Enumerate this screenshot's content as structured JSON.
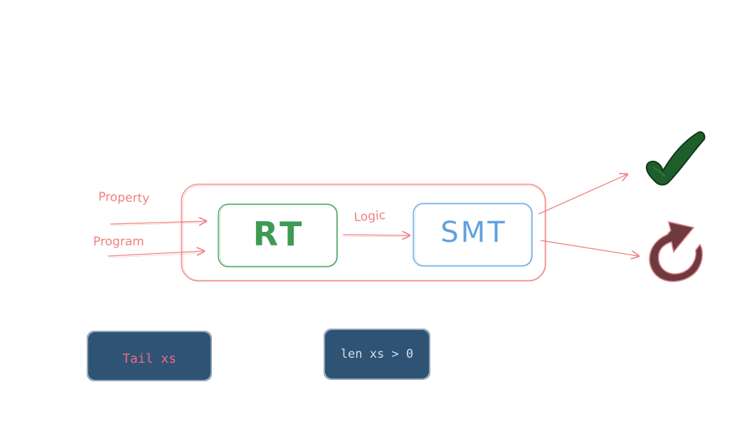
{
  "diagram": {
    "inputs": {
      "property_label": "Property",
      "program_label": "Program"
    },
    "nodes": {
      "rt_label": "RT",
      "smt_label": "SMT"
    },
    "edges": {
      "logic_label": "Logic"
    },
    "outcomes": {
      "success_icon": "check-icon",
      "retry_icon": "redo-arrow-icon"
    },
    "examples": {
      "tail_label": "Tail xs",
      "len_label": "len xs > 0"
    }
  },
  "colors": {
    "accent_red": "#f08080",
    "rt_green": "#3e9b55",
    "smt_blue": "#5fa1e0",
    "check_green": "#1e5e2a",
    "retry_maroon": "#6e3a3e",
    "chip_fill": "#2e5375",
    "chip_text_pink": "#f06b84",
    "chip_text_light": "#d8dee6"
  }
}
